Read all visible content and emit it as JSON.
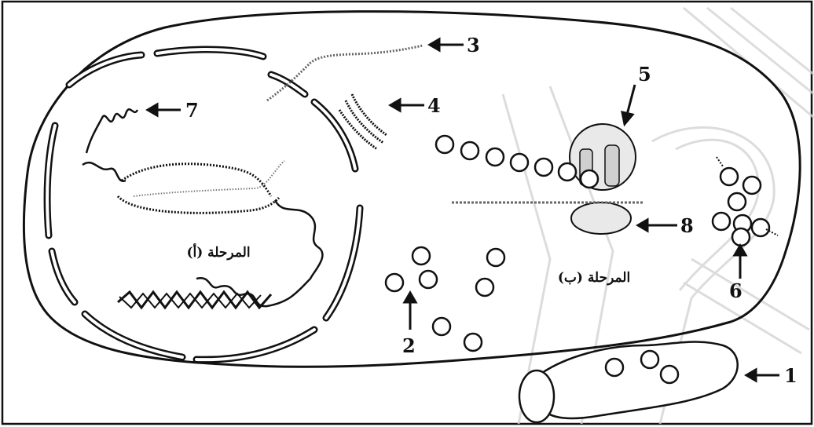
{
  "labels": {
    "n1": "1",
    "n2": "2",
    "n3": "3",
    "n4": "4",
    "n5": "5",
    "n6": "6",
    "n7": "7",
    "n8": "8"
  },
  "stages": {
    "a": "المرحلة (أ)",
    "b": "المرحلة (ب)"
  },
  "colors": {
    "ink": "#111111",
    "ribosome_fill": "#e9e9e9",
    "tube_fill": "#ffffff",
    "watermark": "#cfcfcf"
  }
}
